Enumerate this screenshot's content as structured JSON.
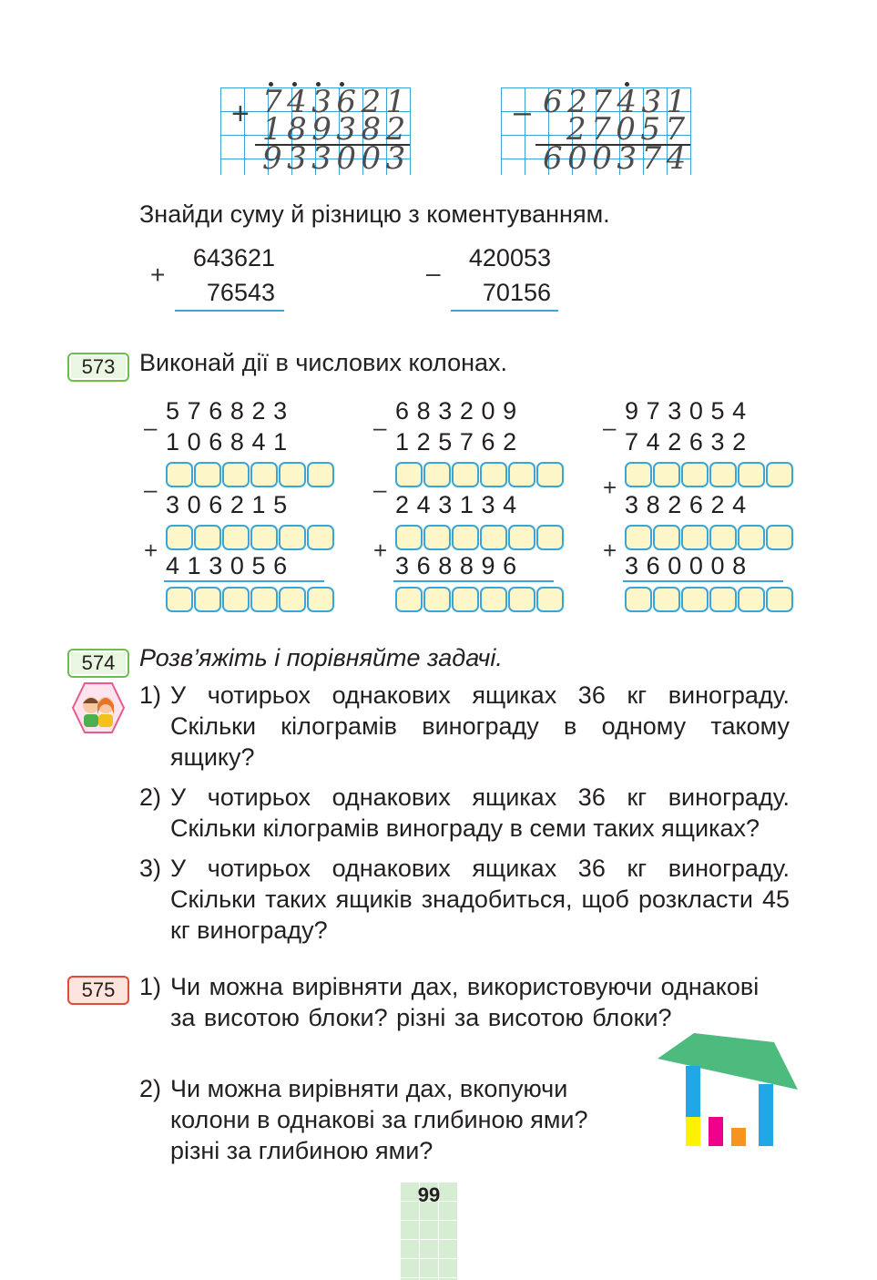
{
  "example_add": {
    "sign": "+",
    "row1": "743621",
    "row2": "189382",
    "result": "933003"
  },
  "example_sub": {
    "sign": "–",
    "row1": "627431",
    "row2": "27057",
    "result": "600374"
  },
  "instruction": "Знайди суму й різницю з коментуванням.",
  "sum_problem": {
    "sign": "+",
    "a": "643621",
    "b": "76543"
  },
  "diff_problem": {
    "sign": "–",
    "a": "420053",
    "b": "70156"
  },
  "task573": {
    "number": "573",
    "text": "Виконай дії в числових колонах.",
    "columns": [
      {
        "a": "576823",
        "b": "106841",
        "op1": "–",
        "op2": "–",
        "c": "306215",
        "op3": "+",
        "d": "413056"
      },
      {
        "a": "683209",
        "b": "125762",
        "op1": "–",
        "op2": "–",
        "c": "243134",
        "op3": "+",
        "d": "368896"
      },
      {
        "a": "973054",
        "b": "742632",
        "op1": "–",
        "op2": "+",
        "c": "382624",
        "op3": "+",
        "d": "360008"
      }
    ]
  },
  "task574": {
    "number": "574",
    "text": "Розв’яжіть і порівняйте задачі.",
    "items": [
      {
        "n": "1)",
        "text": "У чотирьох однакових ящиках 36 кг винограду. Скільки кілограмів винограду в одному такому ящику?"
      },
      {
        "n": "2)",
        "text": "У чотирьох однакових ящиках 36 кг винограду. Скільки кілограмів винограду в семи таких ящиках?"
      },
      {
        "n": "3)",
        "text": "У чотирьох однакових ящиках 36 кг винограду. Скільки таких ящиків знадобиться, щоб розкласти 45 кг винограду?"
      }
    ]
  },
  "task575": {
    "number": "575",
    "items": [
      {
        "n": "1)",
        "text": "Чи можна вирівняти дах, використовуючи однакові за висотою блоки? різні за висотою блоки?"
      },
      {
        "n": "2)",
        "text": "Чи можна вирівняти дах, вкопуючи колони в однакові за глибиною ями? різні за глибиною ями?"
      }
    ]
  },
  "page_number": "99",
  "colors": {
    "grid_blue": "#3aa6d8",
    "box_fill": "#fdf6c9",
    "badge_green": "#6dbf4b",
    "badge_red": "#e24b3b",
    "roof_green": "#4dba7e",
    "column_blue": "#1fa8e4",
    "block_yellow": "#fff200",
    "block_magenta": "#ec008c",
    "block_orange": "#f7941d"
  }
}
